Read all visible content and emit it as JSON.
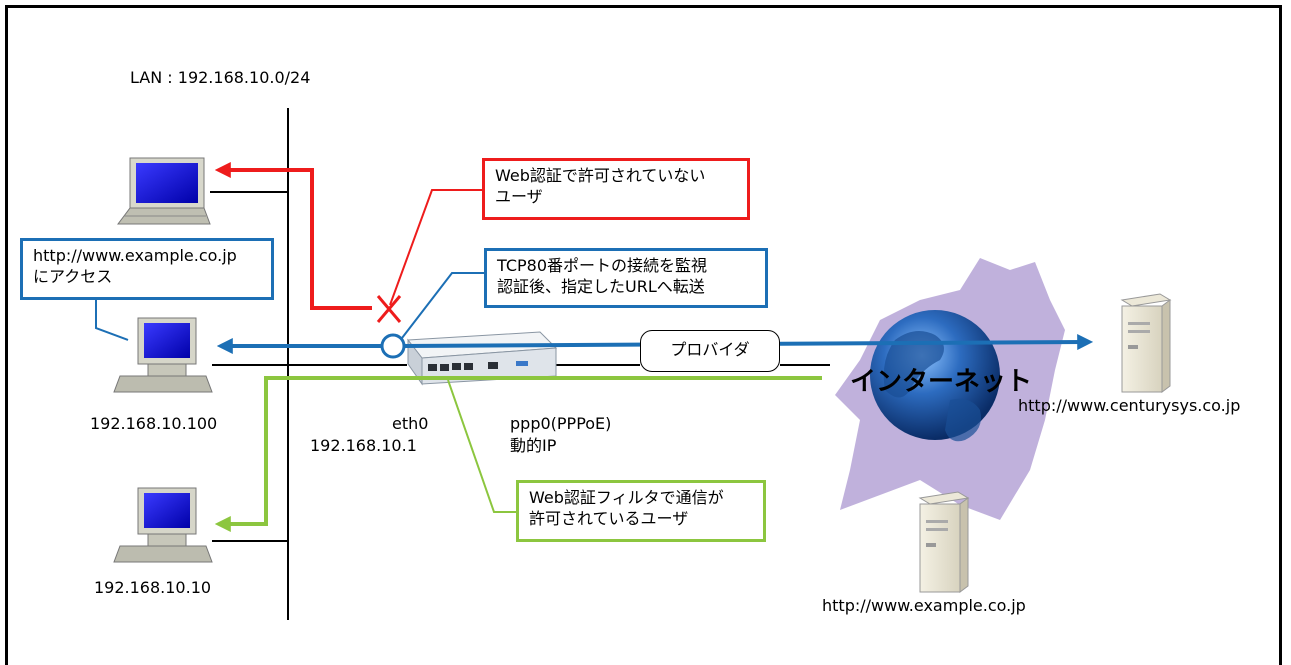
{
  "lan": {
    "label": "LAN : 192.168.10.0/24"
  },
  "hosts": [
    {
      "label": "192.168.10.100"
    },
    {
      "label": "192.168.10.10"
    }
  ],
  "router": {
    "eth0_label": "eth0",
    "eth0_ip": "192.168.10.1",
    "ppp_label": "ppp0(PPPoE)",
    "ppp_ip": "動的IP"
  },
  "provider": {
    "label": "プロバイダ"
  },
  "internet": {
    "label": "インターネット"
  },
  "servers": [
    {
      "url": "http://www.centurysys.co.jp"
    },
    {
      "url": "http://www.example.co.jp"
    }
  ],
  "callouts": {
    "red_line1": "Web認証で許可されていない",
    "red_line2": "ユーザ",
    "blue_access_line1": "http://www.example.co.jp",
    "blue_access_line2": "にアクセス",
    "blue_monitor_line1": "TCP80番ポートの接続を監視",
    "blue_monitor_line2": "認証後、指定したURLへ転送",
    "green_line1": "Web認証フィルタで通信が",
    "green_line2": "許可されているユーザ"
  },
  "colors": {
    "red": "#ee1c1c",
    "blue": "#1c6fb5",
    "green": "#8cc63f",
    "globe": "#1f5fa8",
    "cloud": "#b9a8d8"
  }
}
